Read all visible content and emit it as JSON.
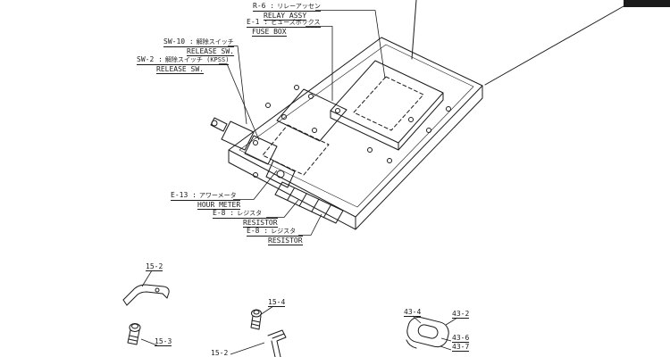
{
  "figure": {
    "background": "#ffffff",
    "ink": "#1b1b1b"
  },
  "component_labels": {
    "relay": {
      "code": "R-6 :",
      "jp": "リレーアッセン",
      "en": "RELAY ASSY"
    },
    "fuse_box": {
      "code": "E-1 :",
      "jp": "ヒューズボックス",
      "en": "FUSE BOX"
    },
    "release_sw_10": {
      "code": "SW-10 :",
      "jp": "解除スイッチ",
      "en": "RELEASE SW."
    },
    "release_sw_2": {
      "code": "SW-2 :",
      "jp": "解除スイッチ (KPSS)",
      "en": "RELEASE SW."
    },
    "hour_meter": {
      "code": "E-13 :",
      "jp": "アワーメータ",
      "en": "HOUR METER"
    },
    "resistor_upper": {
      "code": "E-8 :",
      "jp": "レジスタ",
      "en": "RESISTOR"
    },
    "resistor_lower": {
      "code": "E-8 :",
      "jp": "レジスタ",
      "en": "RESISTOR"
    }
  },
  "part_callouts": {
    "clip_upper": "15-2",
    "bolt_small": "15-3",
    "bolt_mid": "15-4",
    "bracket_lower": "15-2",
    "pad_inner": "43-4",
    "pad_outer": "43-2",
    "pad_layer_a": "43-6",
    "pad_layer_b": "43-7"
  }
}
